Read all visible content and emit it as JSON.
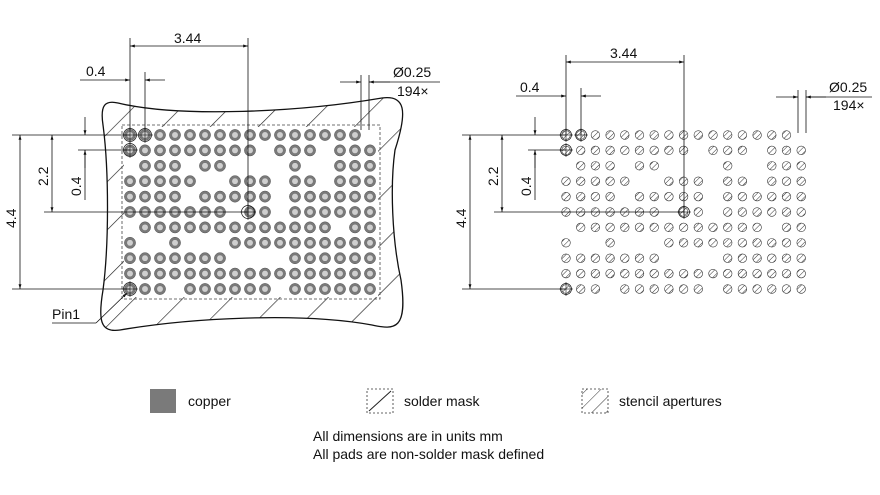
{
  "left_view": {
    "dim_top_width": "3.44",
    "dim_pitch": "0.4",
    "dim_diameter": "Ø0.25",
    "dim_count": "194×",
    "dim_half_height": "2.2",
    "dim_height": "4.4",
    "dim_row_pitch": "0.4",
    "pin1_label": "Pin1"
  },
  "right_view": {
    "dim_top_width": "3.44",
    "dim_pitch": "0.4",
    "dim_diameter": "Ø0.25",
    "dim_count": "194×",
    "dim_half_height": "2.2",
    "dim_height": "4.4",
    "dim_row_pitch": "0.4"
  },
  "legend": [
    {
      "label": "copper",
      "swatch": "solid",
      "color": "#7a7a7a"
    },
    {
      "label": "solder mask",
      "swatch": "single-hatch"
    },
    {
      "label": "stencil apertures",
      "swatch": "dense-hatch"
    }
  ],
  "notes": [
    "All dimensions are in units mm",
    "All pads are non-solder mask defined"
  ]
}
